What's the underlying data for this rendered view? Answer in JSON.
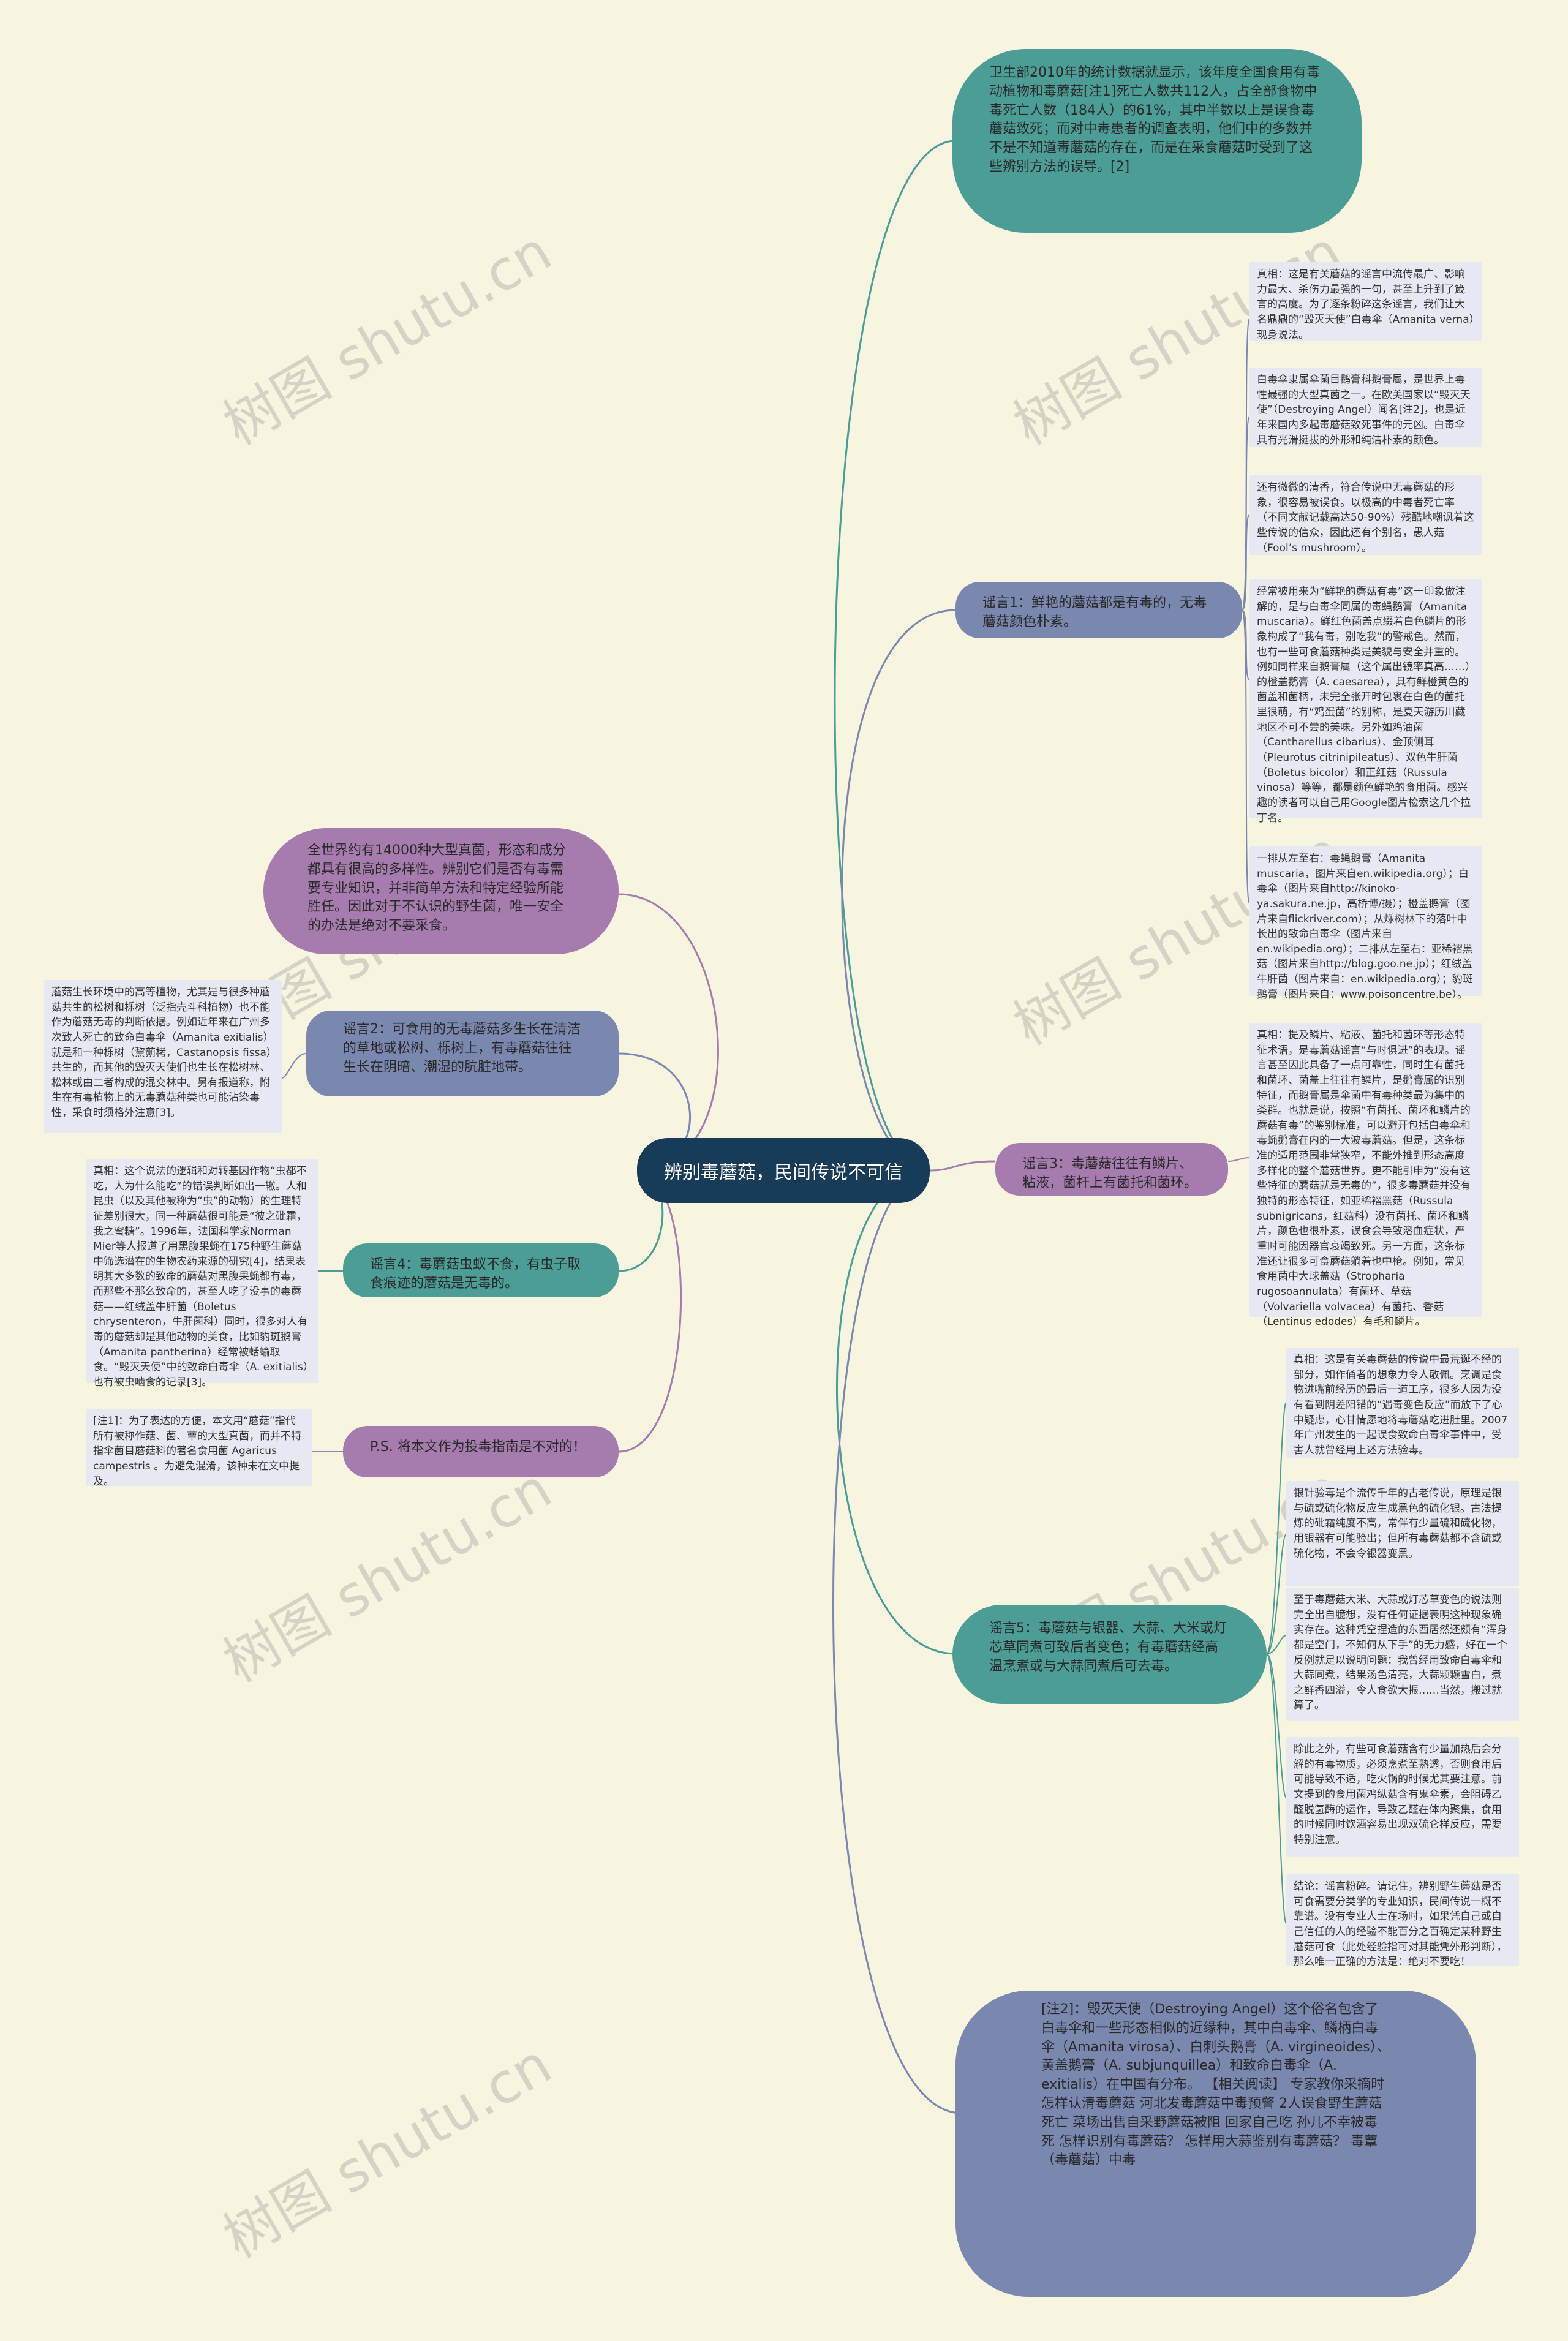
{
  "title": "辨别毒蘑菇，民间传说不可信",
  "watermark": "树图 shutu.cn",
  "top_fact": "卫生部2010年的统计数据就显示，该年度全国食用有毒动植物和毒蘑菇[注1]死亡人数共112人，占全部食物中毒死亡人数（184人）的61%，其中半数以上是误食毒蘑菇致死；而对中毒患者的调查表明，他们中的多数并不是不知道毒蘑菇的存在，而是在采食蘑菇时受到了这些辨别方法的误导。[2]",
  "intro": "全世界约有14000种大型真菌，形态和成分都具有很高的多样性。辨别它们是否有毒需要专业知识，并非简单方法和特定经验所能胜任。因此对于不认识的野生菌，唯一安全的办法是绝对不要采食。",
  "myth1": {
    "label": "谣言1：鲜艳的蘑菇都是有毒的，无毒蘑菇颜色朴素。",
    "notes": [
      "真相：这是有关蘑菇的谣言中流传最广、影响力最大、杀伤力最强的一句，甚至上升到了箴言的高度。为了逐条粉碎这条谣言，我们让大名鼎鼎的“毁灭天使”白毒伞（Amanita verna）现身说法。",
      "白毒伞隶属伞菌目鹅膏科鹅膏属，是世界上毒性最强的大型真菌之一。在欧美国家以“毁灭天使”（Destroying Angel）闻名[注2]，也是近年来国内多起毒蘑菇致死事件的元凶。白毒伞具有光滑挺拔的外形和纯洁朴素的颜色。",
      "还有微微的清香，符合传说中无毒蘑菇的形象，很容易被误食。以极高的中毒者死亡率（不同文献记载高达50-90%）残酷地嘲讽着这些传说的信众，因此还有个别名，愚人菇（Fool’s mushroom）。",
      "经常被用来为“鲜艳的蘑菇有毒”这一印象做注解的，是与白毒伞同属的毒蝇鹅膏（Amanita muscaria）。鲜红色菌盖点缀着白色鳞片的形象构成了“我有毒，别吃我”的警戒色。然而，也有一些可食蘑菇种类是美貌与安全并重的。例如同样来自鹅膏属（这个属出镜率真高……）的橙盖鹅膏（A. caesarea），具有鲜橙黄色的菌盖和菌柄，未完全张开时包裹在白色的菌托里很萌，有“鸡蛋菌”的别称，是夏天游历川藏地区不可不尝的美味。另外如鸡油菌（Cantharellus cibarius）、金顶侧耳（Pleurotus citrinipileatus）、双色牛肝菌（Boletus bicolor）和正红菇（Russula vinosa）等等，都是颜色鲜艳的食用菌。感兴趣的读者可以自己用Google图片检索这几个拉丁名。",
      "一排从左至右：毒蝇鹅膏（Amanita muscaria，图片来自en.wikipedia.org）；白毒伞（图片来自http://kinoko-ya.sakura.ne.jp，高桥博/摄）；橙盖鹅膏（图片来自flickriver.com）；从烁树林下的落叶中长出的致命白毒伞（图片来自en.wikipedia.org）；二排从左至右：亚稀褶黑菇（图片来自http://blog.goo.ne.jp）；红绒盖牛肝菌（图片来自：en.wikipedia.org）；豹斑鹅膏（图片来自：www.poisoncentre.be）。"
    ]
  },
  "myth2": {
    "label": "谣言2：可食用的无毒蘑菇多生长在清洁的草地或松树、栎树上，有毒蘑菇往往生长在阴暗、潮湿的肮脏地带。",
    "note": "蘑菇生长环境中的高等植物，尤其是与很多种蘑菇共生的松树和栎树（泛指壳斗科植物）也不能作为蘑菇无毒的判断依据。例如近年来在广州多次致人死亡的致命白毒伞（Amanita exitialis）就是和一种栎树（黧蒴栲，Castanopsis fissa）共生的，而其他的毁灭天使们也生长在松树林、松林或由二者构成的混交林中。另有报道称，附生在有毒植物上的无毒蘑菇种类也可能沾染毒性，采食时须格外注意[3]。"
  },
  "myth3": {
    "label": "谣言3：毒蘑菇往往有鳞片、粘液，菌杆上有菌托和菌环。",
    "note": "真相：提及鳞片、粘液、菌托和菌环等形态特征术语，是毒蘑菇谣言“与时俱进”的表现。谣言甚至因此具备了一点可靠性，同时生有菌托和菌环、菌盖上往往有鳞片，是鹅膏属的识别特征，而鹅膏属是伞菌中有毒种类最为集中的类群。也就是说，按照“有菌托、菌环和鳞片的蘑菇有毒”的鉴别标准，可以避开包括白毒伞和毒蝇鹅膏在内的一大波毒蘑菇。但是，这条标准的适用范围非常狭窄，不能外推到形态高度多样化的整个蘑菇世界。更不能引申为“没有这些特征的蘑菇就是无毒的”，很多毒蘑菇并没有独特的形态特征，如亚稀褶黑菇（Russula subnigricans，红菇科）没有菌托、菌环和鳞片，颜色也很朴素，误食会导致溶血症状，严重时可能因器官衰竭致死。另一方面，这条标准还让很多可食蘑菇躺着也中枪。例如，常见食用菌中大球盖菇（Stropharia rugosoannulata）有菌环、草菇（Volvariella volvacea）有菌托、香菇（Lentinus edodes）有毛和鳞片。"
  },
  "myth4": {
    "label": "谣言4：毒蘑菇虫蚁不食，有虫子取食痕迹的蘑菇是无毒的。",
    "note": "真相：这个说法的逻辑和对转基因作物“虫都不吃，人为什么能吃”的错误判断如出一辙。人和昆虫（以及其他被称为“虫”的动物）的生理特征差别很大，同一种蘑菇很可能是“彼之砒霜，我之蜜糖”。1996年，法国科学家Norman Mier等人报道了用黑腹果蝇在175种野生蘑菇中筛选潜在的生物农药来源的研究[4]，结果表明其大多数的致命的蘑菇对黑腹果蝇都有毒，而那些不那么致命的，甚至人吃了没事的毒蘑菇——红绒盖牛肝菌（Boletus chrysenteron，牛肝菌科）同时，很多对人有毒的蘑菇却是其他动物的美食，比如豹斑鹅膏（Amanita pantherina）经常被蛞蝓取食。“毁灭天使”中的致命白毒伞（A. exitialis）也有被虫啮食的记录[3]。"
  },
  "ps": {
    "label": "P.S. 将本文作为投毒指南是不对的！",
    "note": "[注1]：为了表达的方便，本文用“蘑菇”指代所有被称作菇、菌、蕈的大型真菌，而并不特指伞菌目蘑菇科的著名食用菌 Agaricus campestris 。为避免混淆，该种未在文中提及。"
  },
  "myth5": {
    "label": "谣言5：毒蘑菇与银器、大蒜、大米或灯芯草同煮可致后者变色；有毒蘑菇经高温烹煮或与大蒜同煮后可去毒。",
    "notes": [
      "真相：这是有关毒蘑菇的传说中最荒诞不经的部分，如作俑者的想象力令人敬佩。烹调是食物进嘴前经历的最后一道工序，很多人因为没有看到阴差阳错的“遇毒变色反应”而放下了心中疑虑，心甘情愿地将毒蘑菇吃进肚里。2007年广州发生的一起误食致命白毒伞事件中，受害人就曾经用上述方法验毒。",
      "银针验毒是个流传千年的古老传说，原理是银与硫或硫化物反应生成黑色的硫化银。古法提炼的砒霜纯度不高，常伴有少量硫和硫化物，用银器有可能验出；但所有毒蘑菇都不含硫或硫化物，不会令银器变黑。",
      "至于毒蘑菇大米、大蒜或灯芯草变色的说法则完全出自臆想，没有任何证据表明这种现象确实存在。这种凭空捏造的东西居然还颇有“浑身都是空门，不知何从下手”的无力感，好在一个反例就足以说明问题：我曾经用致命白毒伞和大蒜同煮，结果汤色清亮，大蒜颗颗雪白，煮之鲜香四溢，令人食欲大振……当然，搬过就算了。",
      "除此之外，有些可食蘑菇含有少量加热后会分解的有毒物质，必须烹煮至熟透，否则食用后可能导致不适，吃火锅的时候尤其要注意。前文提到的食用菌鸡纵菇含有鬼伞素，会阻碍乙醛脱氢酶的运作，导致乙醛在体内聚集，食用的时候同时饮酒容易出现双硫仑样反应，需要特别注意。",
      "结论：谣言粉碎。请记住，辨别野生蘑菇是否可食需要分类学的专业知识，民间传说一概不靠谱。没有专业人士在场时，如果凭自己或自己信任的人的经验不能百分之百确定某种野生蘑菇可食（此处经验指可对其能凭外形判断），那么唯一正确的方法是：绝对不要吃！"
    ]
  },
  "bottom_note": "[注2]：毁灭天使（Destroying Angel）这个俗名包含了白毒伞和一些形态相似的近缘种，其中白毒伞、鳞柄白毒伞（Amanita virosa）、白刺头鹅膏（A. virgineoides）、黄盖鹅膏（A. subjunquillea）和致命白毒伞（A. exitialis）在中国有分布。 【相关阅读】 专家教你采摘时怎样认清毒蘑菇 河北发毒蘑菇中毒预警 2人误食野生蘑菇死亡 菜场出售自采野蘑菇被阻 回家自己吃 孙儿不幸被毒死 怎样识别有毒蘑菇？ 怎样用大蒜鉴别有毒蘑菇？ 毒蕈（毒蘑菇）中毒"
}
